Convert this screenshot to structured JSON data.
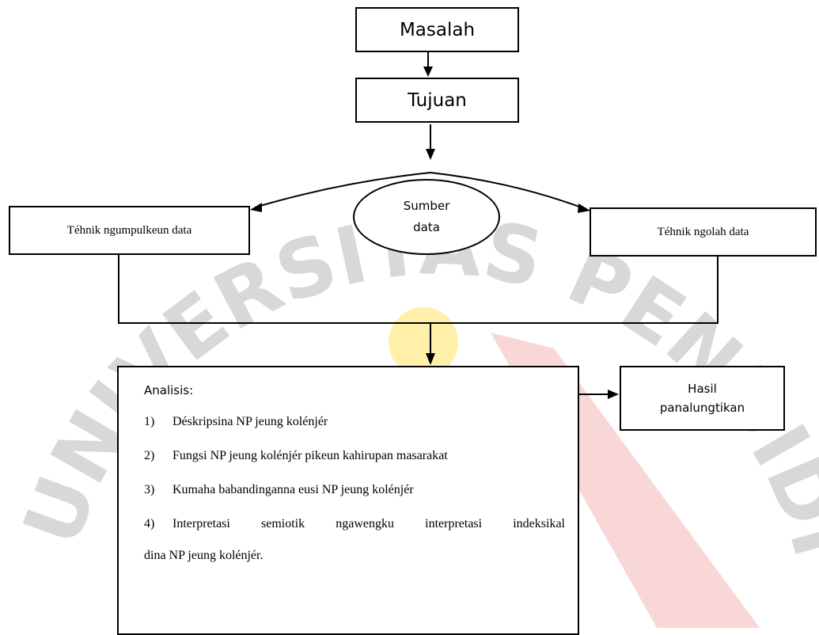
{
  "flow": {
    "masalah": "Masalah",
    "tujuan": "Tujuan",
    "sumber_line1": "Sumber",
    "sumber_line2": "data",
    "ngumpulkeun": "Téhnik ngumpulkeun data",
    "ngolah": "Téhnik ngolah data",
    "hasil_line1": "Hasil",
    "hasil_line2": "panalungtikan"
  },
  "analisis": {
    "title": "Analisis:",
    "items": [
      {
        "num": "1)",
        "text": "Déskripsina NP jeung kolénjér"
      },
      {
        "num": "2)",
        "text": "Fungsi NP jeung kolénjér pikeun kahirupan masarakat"
      },
      {
        "num": "3)",
        "text": "Kumaha babandinganna eusi NP jeung kolénjér"
      },
      {
        "num": "4)",
        "text": "Interpretasi semiotik ngawengku interpretasi indeksikal"
      }
    ],
    "continuation": "dina NP jeung kolénjér."
  },
  "watermark": {
    "text": "UNIVERSITAS PENDIDIKAN INDONESIA",
    "colors": {
      "gray": "#d8d8d8",
      "red": "#f7c6c6",
      "yellow": "#fff0a0"
    }
  }
}
